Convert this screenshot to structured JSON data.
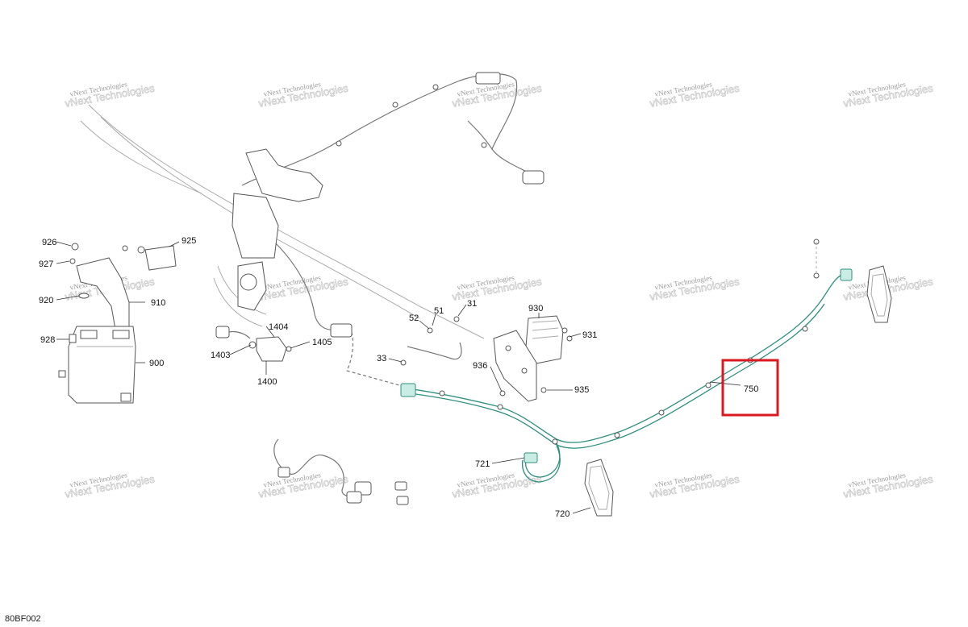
{
  "diagram": {
    "reference_code": "80BF002",
    "watermark": "vNext Technologies",
    "highlighted_part": "750",
    "callouts": {
      "p926": "926",
      "p925": "925",
      "p927": "927",
      "p920": "920",
      "p910": "910",
      "p928": "928",
      "p900": "900",
      "p1404": "1404",
      "p1403": "1403",
      "p1405": "1405",
      "p1400": "1400",
      "p52": "52",
      "p51": "51",
      "p31": "31",
      "p33": "33",
      "p930": "930",
      "p931": "931",
      "p936": "936",
      "p935": "935",
      "p750": "750",
      "p721": "721",
      "p720": "720"
    },
    "colors": {
      "highlight": "#d9191f",
      "harness_teal": "#2f8f7f"
    }
  }
}
